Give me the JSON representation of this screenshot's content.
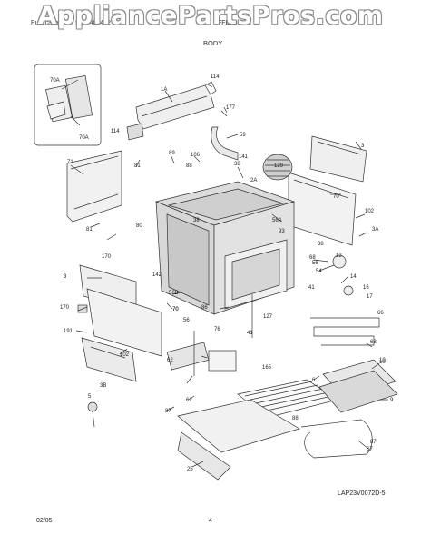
{
  "header": {
    "publication": "Publication No. 5995483452",
    "model": "FFEF3018L",
    "section": "BODY",
    "watermark": "AppliancePartsPros.com"
  },
  "footer": {
    "date": "02/05",
    "page": "4"
  },
  "diagram_code": "LAP23V0072D-5",
  "inset_labels": [
    "70A",
    "70A"
  ],
  "callouts": [
    "114",
    "1A",
    "114",
    "177",
    "59",
    "71",
    "81",
    "89",
    "106",
    "88",
    "38",
    "141",
    "2A",
    "129",
    "3",
    "70",
    "70",
    "102",
    "3A",
    "38",
    "56A",
    "93",
    "81",
    "80",
    "86",
    "10",
    "38",
    "68",
    "56",
    "54",
    "12",
    "14",
    "16",
    "17",
    "3",
    "170",
    "142",
    "56B",
    "70",
    "56",
    "66",
    "127",
    "76",
    "41",
    "41",
    "68",
    "170",
    "191",
    "102",
    "62",
    "165",
    "6",
    "10",
    "9",
    "5",
    "3B",
    "62",
    "87",
    "25",
    "67",
    "88",
    "87"
  ]
}
